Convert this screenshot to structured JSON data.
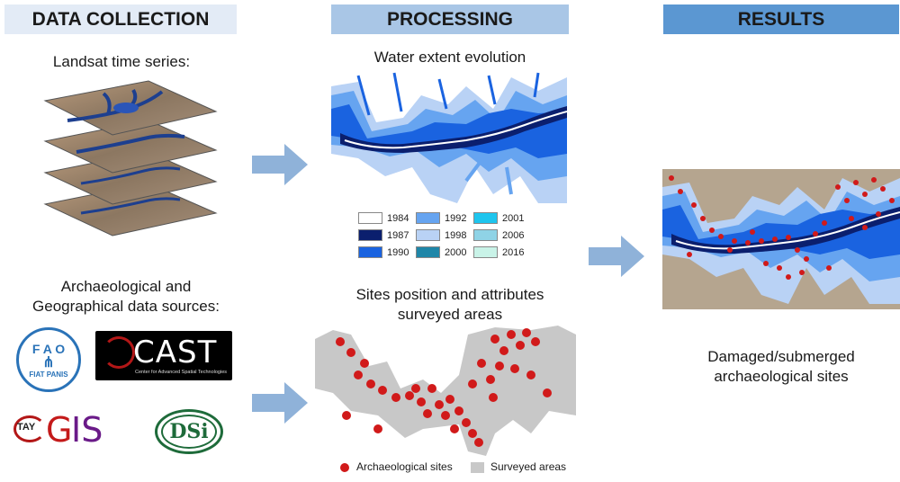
{
  "headers": {
    "data_collection": "DATA COLLECTION",
    "processing": "PROCESSING",
    "results": "RESULTS"
  },
  "data_collection": {
    "landsat_label": "Landsat time series:",
    "sources_label_1": "Archaeological and",
    "sources_label_2": "Geographical data sources:",
    "logos": {
      "fao": {
        "top": "F A O",
        "bottom": "FIAT PANIS"
      },
      "cast": {
        "name": "CAST",
        "subtitle": "Center for Advanced Spatial Technologies"
      },
      "taygis": {
        "prefix": "TAY",
        "name_g": "G",
        "name_rest": "IS"
      },
      "dsi": {
        "name": "DSi"
      }
    }
  },
  "processing": {
    "water_title": "Water extent evolution",
    "legend": [
      {
        "year": "1984",
        "color": "#ffffff"
      },
      {
        "year": "1987",
        "color": "#0b1f6e"
      },
      {
        "year": "1990",
        "color": "#1a63e0"
      },
      {
        "year": "1992",
        "color": "#66a4f0"
      },
      {
        "year": "1998",
        "color": "#b9d2f5"
      },
      {
        "year": "2000",
        "color": "#1f86a8"
      },
      {
        "year": "2001",
        "color": "#1ec5ee"
      },
      {
        "year": "2006",
        "color": "#8fd3e6"
      },
      {
        "year": "2016",
        "color": "#c9f3e8"
      }
    ],
    "sites_title_1": "Sites position and attributes",
    "sites_title_2": "surveyed areas",
    "sites_legend": {
      "sites": "Archaeological sites",
      "areas": "Surveyed areas"
    }
  },
  "results": {
    "label_1": "Damaged/submerged",
    "label_2": "archaeological sites"
  },
  "colors": {
    "arrow": "#8fb2d9",
    "site": "#d11a1a",
    "surveyed": "#c8c8c8"
  }
}
